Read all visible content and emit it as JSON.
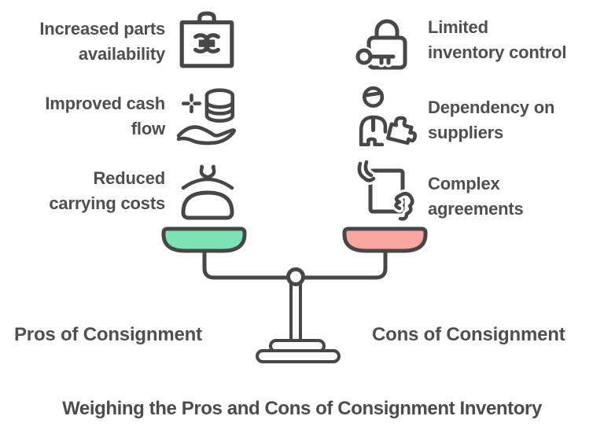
{
  "title": "Weighing the Pros and Cons of Consignment Inventory",
  "left": {
    "label": "Pros of Consignment",
    "items": [
      {
        "line1": "Increased parts",
        "line2": "availability",
        "icon": "toolbox-wrench-icon"
      },
      {
        "line1": "Improved cash",
        "line2": "flow",
        "icon": "cash-in-hand-icon"
      },
      {
        "line1": "Reduced",
        "line2": "carrying costs",
        "icon": "coin-purse-icon"
      }
    ]
  },
  "right": {
    "label": "Cons of Consignment",
    "items": [
      {
        "line1": "Limited",
        "line2": "inventory control",
        "icon": "lock-and-key-icon"
      },
      {
        "line1": "Dependency on",
        "line2": "suppliers",
        "icon": "person-puzzle-icon"
      },
      {
        "line1": "Complex",
        "line2": "agreements",
        "icon": "hands-document-icon"
      }
    ]
  },
  "scale": {
    "pros_pan_color": "#7DE3B2",
    "cons_pan_color": "#FCA6A4",
    "line_color": "#474747",
    "stand_fill": "#FAFAFA"
  },
  "colors": {
    "background": "#FFFFFF",
    "text": "#4F4F4F"
  }
}
